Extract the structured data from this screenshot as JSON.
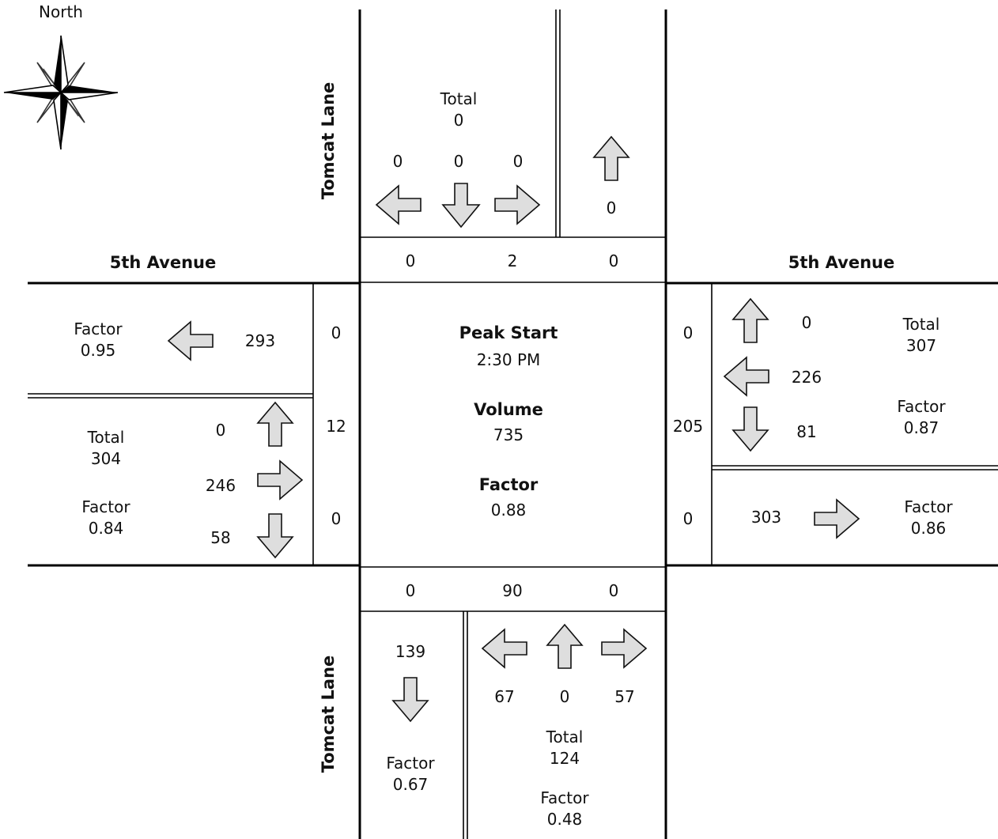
{
  "compass": {
    "label": "North",
    "icon": "compass-rose-icon"
  },
  "streets": {
    "ew_name": "5th Avenue",
    "ns_name": "Tomcat Lane"
  },
  "center": {
    "peak_start_label": "Peak Start",
    "peak_start_value": "2:30 PM",
    "volume_label": "Volume",
    "volume_value": "735",
    "factor_label": "Factor",
    "factor_value": "0.88"
  },
  "north": {
    "total_label": "Total",
    "total_value": "0",
    "right_turn": "0",
    "through": "0",
    "left_turn": "0",
    "exiting": "0",
    "peds": [
      "0",
      "2",
      "0"
    ]
  },
  "south": {
    "exiting": "139",
    "factor_label": "Factor",
    "exit_factor": "0.67",
    "left_turn": "67",
    "through": "0",
    "right_turn": "57",
    "total_label": "Total",
    "total_value": "124",
    "factor_value": "0.48",
    "peds": [
      "0",
      "90",
      "0"
    ]
  },
  "west": {
    "factor_label": "Factor",
    "exit_factor": "0.95",
    "exiting": "293",
    "total_label": "Total",
    "total_value": "304",
    "factor_value": "0.84",
    "left_turn": "0",
    "through": "246",
    "right_turn": "58",
    "peds": [
      "0",
      "12",
      "0"
    ]
  },
  "east": {
    "right_turn": "0",
    "through": "226",
    "left_turn": "81",
    "total_label": "Total",
    "total_value": "307",
    "factor_label": "Factor",
    "factor_value": "0.87",
    "exiting": "303",
    "exit_factor": "0.86",
    "peds": [
      "0",
      "205",
      "0"
    ]
  }
}
